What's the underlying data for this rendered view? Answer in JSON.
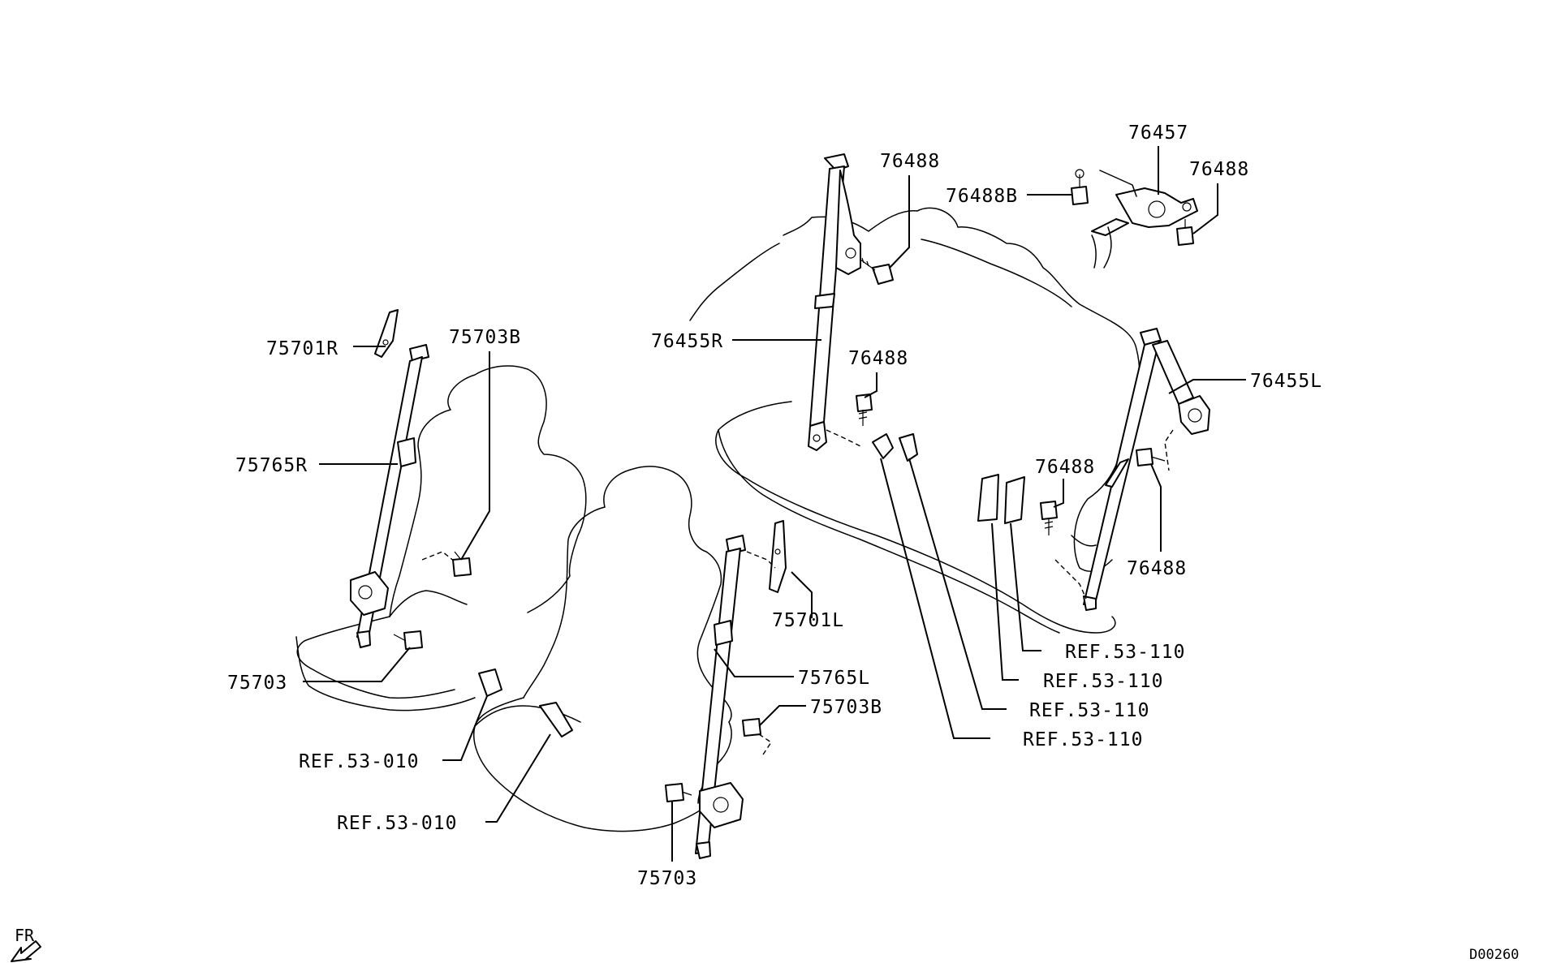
{
  "callouts": [
    {
      "id": "76488-top",
      "text": "76488"
    },
    {
      "id": "76457",
      "text": "76457"
    },
    {
      "id": "76488-right-top",
      "text": "76488"
    },
    {
      "id": "76488B",
      "text": "76488B"
    },
    {
      "id": "75701R",
      "text": "75701R"
    },
    {
      "id": "75703B-front",
      "text": "75703B"
    },
    {
      "id": "76455R",
      "text": "76455R"
    },
    {
      "id": "76488-mid",
      "text": "76488"
    },
    {
      "id": "76455L",
      "text": "76455L"
    },
    {
      "id": "75765R",
      "text": "75765R"
    },
    {
      "id": "76488-center",
      "text": "76488"
    },
    {
      "id": "76488-right-bottom",
      "text": "76488"
    },
    {
      "id": "75701L",
      "text": "75701L"
    },
    {
      "id": "ref-53-110-a",
      "text": "REF.53-110"
    },
    {
      "id": "75703-front",
      "text": "75703"
    },
    {
      "id": "ref-53-110-b",
      "text": "REF.53-110"
    },
    {
      "id": "75765L",
      "text": "75765L"
    },
    {
      "id": "75703B-rear",
      "text": "75703B"
    },
    {
      "id": "ref-53-110-c",
      "text": "REF.53-110"
    },
    {
      "id": "ref-53-110-d",
      "text": "REF.53-110"
    },
    {
      "id": "ref-53-010-a",
      "text": "REF.53-010"
    },
    {
      "id": "ref-53-010-b",
      "text": "REF.53-010"
    },
    {
      "id": "75703-rear",
      "text": "75703"
    }
  ],
  "direction_indicator": {
    "text": "FR"
  },
  "drawing_id": "D00260",
  "colors": {
    "line": "#000000",
    "background": "#ffffff"
  }
}
